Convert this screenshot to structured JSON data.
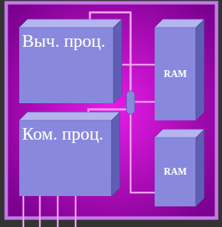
{
  "diagram": {
    "nodes": [
      {
        "text": [
          "Выч. проц."
        ]
      },
      {
        "text": [
          "RAM"
        ]
      },
      {
        "text": [
          "Ком. проц."
        ]
      },
      {
        "text": [
          "RAM"
        ]
      }
    ],
    "edges": [
      {
        "from": 0,
        "to": 1,
        "arrow": "none"
      },
      {
        "from": 2,
        "to": 1,
        "arrow": "none"
      },
      {
        "from": 0,
        "to": 2,
        "arrow": "none"
      },
      {
        "from": 2,
        "to": 3,
        "arrow": "none"
      }
    ]
  }
}
